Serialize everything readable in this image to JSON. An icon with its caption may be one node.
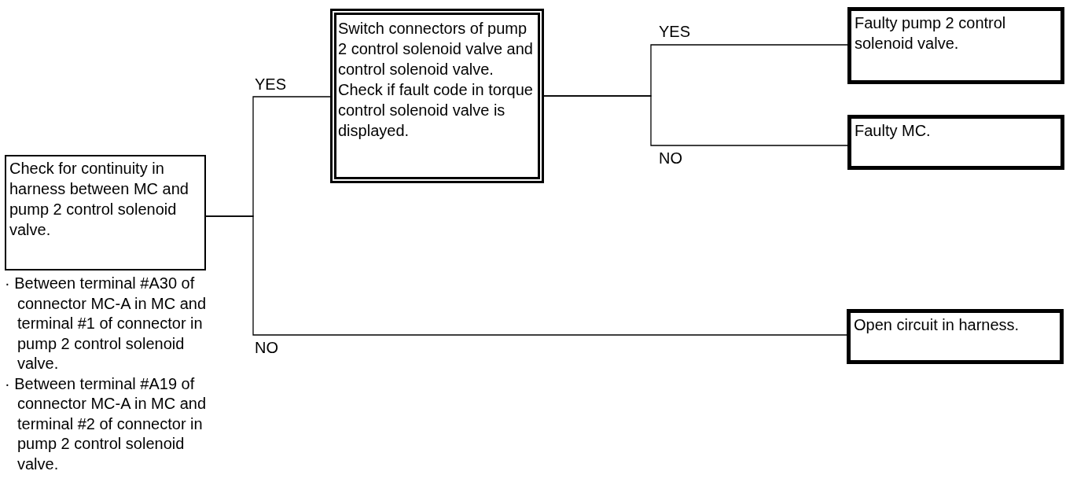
{
  "diagram": {
    "nodes": [
      {
        "text": [
          "Check for continuity in harness between MC and pump 2 control solenoid valve."
        ],
        "beside": [
          "· Between terminal #A30 of connector MC-A in MC and terminal #1 of connector in pump 2 control solenoid valve.",
          "· Between terminal #A19 of connector MC-A in MC and terminal #2 of connector in pump 2 control solenoid valve."
        ]
      },
      {
        "text": [
          "Switch connectors of pump 2 control solenoid valve and control solenoid valve.",
          "Check if fault code in torque control solenoid valve is displayed."
        ]
      },
      {
        "text": [
          "Faulty pump 2 control solenoid valve."
        ]
      },
      {
        "text": [
          "Faulty MC."
        ]
      },
      {
        "text": [
          "Open circuit in harness."
        ]
      }
    ],
    "edges": [
      {
        "from": 0,
        "to": 1,
        "arrow": "none",
        "label": "YES"
      },
      {
        "from": 0,
        "to": 4,
        "arrow": "none",
        "label": "NO"
      },
      {
        "from": 1,
        "to": 2,
        "arrow": "none",
        "label": "YES"
      },
      {
        "from": 1,
        "to": 3,
        "arrow": "none",
        "label": "NO"
      }
    ]
  }
}
